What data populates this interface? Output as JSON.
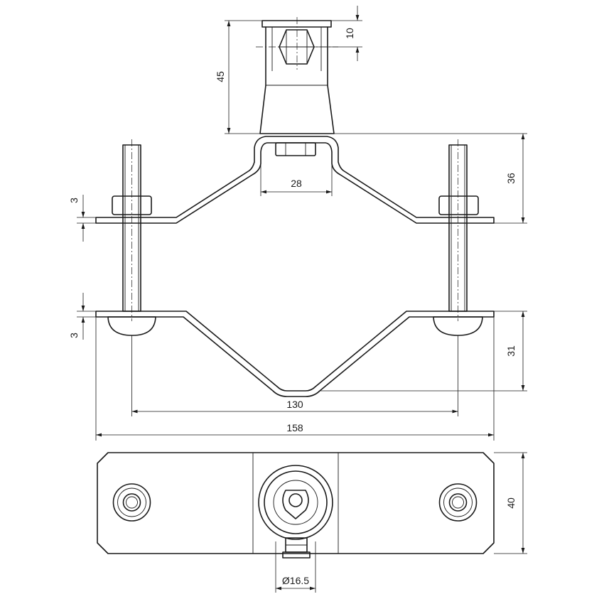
{
  "dimensions": {
    "d10": "10",
    "d45": "45",
    "d28": "28",
    "d36": "36",
    "d3_top": "3",
    "d3_bottom": "3",
    "d31": "31",
    "d130": "130",
    "d158": "158",
    "d40": "40",
    "d16_5": "Ø16.5"
  },
  "colors": {
    "line": "#1a1a1a",
    "background": "#ffffff"
  }
}
